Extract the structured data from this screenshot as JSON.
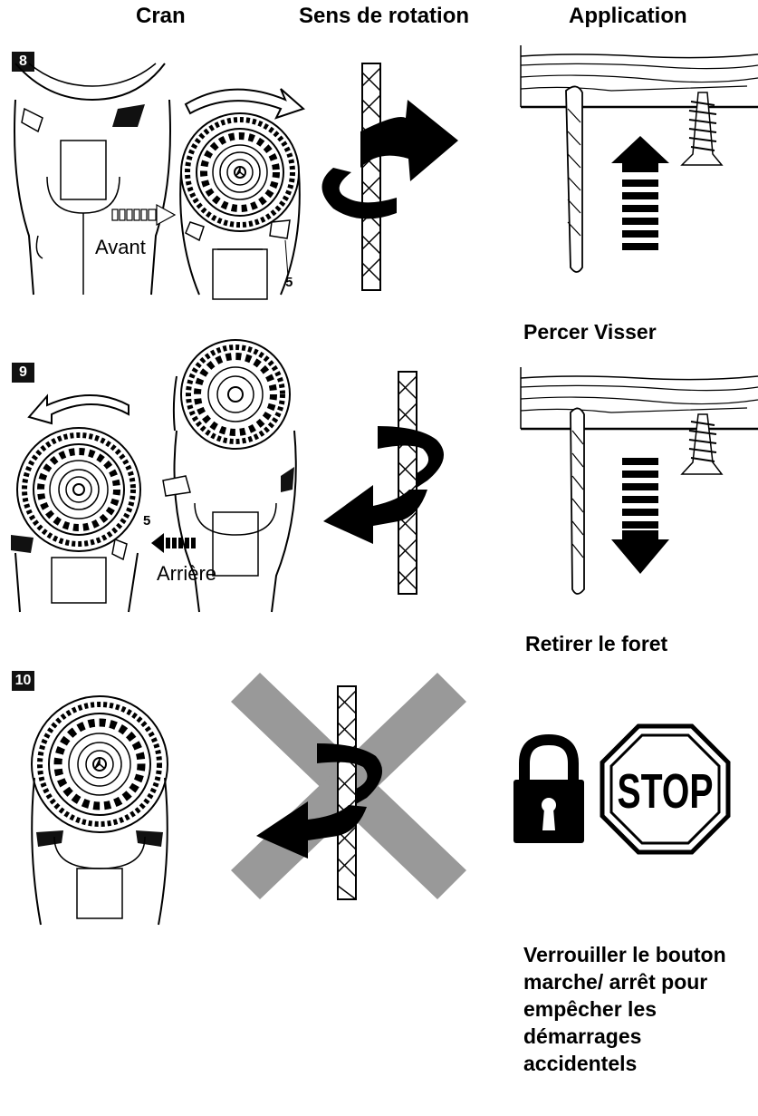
{
  "headers": {
    "cran": "Cran",
    "sens": "Sens de rotation",
    "application": "Application"
  },
  "steps": [
    {
      "number": "8",
      "direction_label": "Avant",
      "part_number": "5",
      "caption": "Percer Visser"
    },
    {
      "number": "9",
      "direction_label": "Arrière",
      "part_number": "5",
      "caption": "Retirer le foret"
    },
    {
      "number": "10",
      "stop_text": "STOP",
      "caption": "Verrouiller le bouton marche/ arrêt pour empêcher les démarrages accidentels"
    }
  ],
  "icons": [
    "drill-chuck-icon",
    "twist-drill-bit-icon",
    "rotation-arrow-icon",
    "screw-icon",
    "padlock-icon",
    "stop-sign-icon",
    "cross-icon"
  ],
  "colors": {
    "ink": "#000000",
    "cross_gray": "#999999",
    "background": "#ffffff"
  }
}
